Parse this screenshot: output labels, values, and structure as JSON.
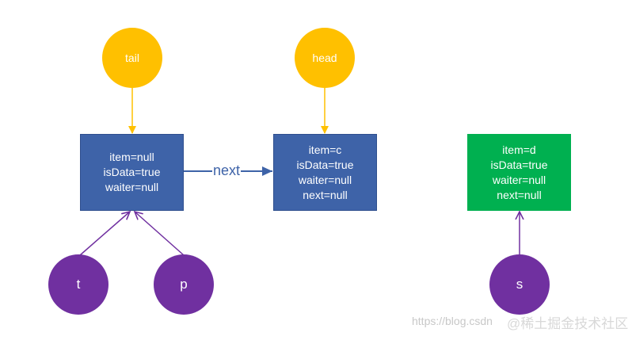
{
  "colors": {
    "pointer": "#ffc000",
    "thread": "#7030a0",
    "node": "#3e63a8",
    "matched_node": "#00b050"
  },
  "pointers": {
    "tail": "tail",
    "head": "head"
  },
  "threads": {
    "t": "t",
    "p": "p",
    "s": "s"
  },
  "nodes": {
    "node1": {
      "line1": "item=null",
      "line2": "isData=true",
      "line3": "waiter=null"
    },
    "node2": {
      "line1": "item=c",
      "line2": "isData=true",
      "line3": "waiter=null",
      "line4": "next=null"
    },
    "node3": {
      "line1": "item=d",
      "line2": "isData=true",
      "line3": "waiter=null",
      "line4": "next=null"
    }
  },
  "link_label": "next",
  "watermark": {
    "url": "https://blog.csdn",
    "brand": "@稀土掘金技术社区"
  }
}
